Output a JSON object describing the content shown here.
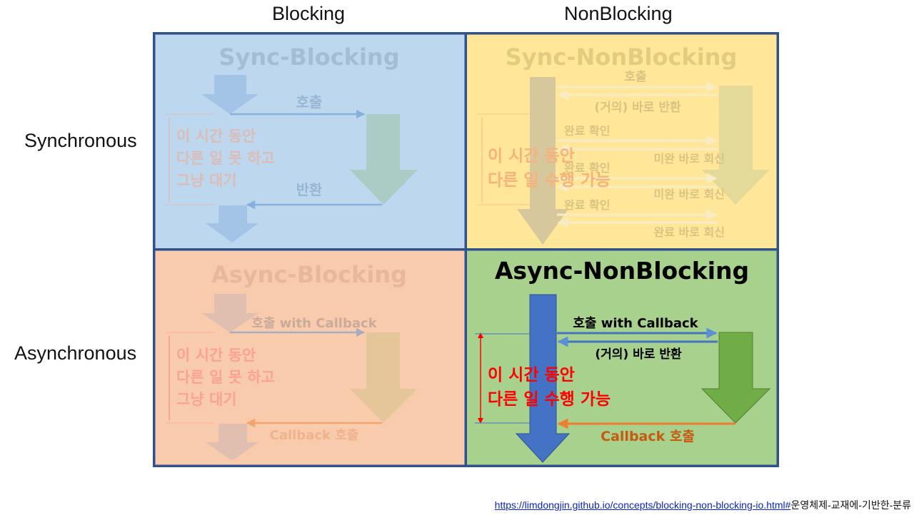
{
  "columns": {
    "blocking": "Blocking",
    "nonblocking": "NonBlocking"
  },
  "rows": {
    "sync": "Synchronous",
    "async": "Asynchronous"
  },
  "quadrants": {
    "sync_blocking": {
      "title": "Sync-Blocking",
      "call": "호출",
      "return": "반환",
      "wait_lines": [
        "이 시간 동안",
        "다른 일 못 하고",
        "그냥 대기"
      ]
    },
    "sync_nonblocking": {
      "title": "Sync-NonBlocking",
      "call": "호출",
      "immediate_return": "(거의) 바로 반환",
      "check_1": "완료 확인",
      "reply_1": "미완 바로 회신",
      "check_2": "완료 확인",
      "reply_2": "미완 바로 회신",
      "check_3": "완료 확인",
      "reply_3": "완료 바로 회신",
      "work_lines": [
        "이 시간 동안",
        "다른 일 수행 가능"
      ]
    },
    "async_blocking": {
      "title": "Async-Blocking",
      "call": "호출 with Callback",
      "callback": "Callback 호출",
      "wait_lines": [
        "이 시간 동안",
        "다른 일 못 하고",
        "그냥 대기"
      ]
    },
    "async_nonblocking": {
      "title": "Async-NonBlocking",
      "call": "호출 with Callback",
      "immediate_return": "(거의) 바로 반환",
      "callback": "Callback 호출",
      "work_lines": [
        "이 시간 동안",
        "다른 일 수행 가능"
      ]
    }
  },
  "colors": {
    "border": "#2f528f",
    "sync_blocking_bg": "#bdd7ee",
    "sync_nonblocking_bg": "#ffe699",
    "async_blocking_bg": "#f8cbad",
    "async_nonblocking_bg": "#a9d18e",
    "caller_arrow": "#4472c4",
    "callee_arrow": "#70ad47",
    "callback_orange": "#ed7d31",
    "highlight_red": "#ff0000"
  },
  "source": {
    "url": "https://limdongjin.github.io/concepts/blocking-non-blocking-io.html#",
    "suffix": "운영체제-교재에-기반한-분류"
  }
}
